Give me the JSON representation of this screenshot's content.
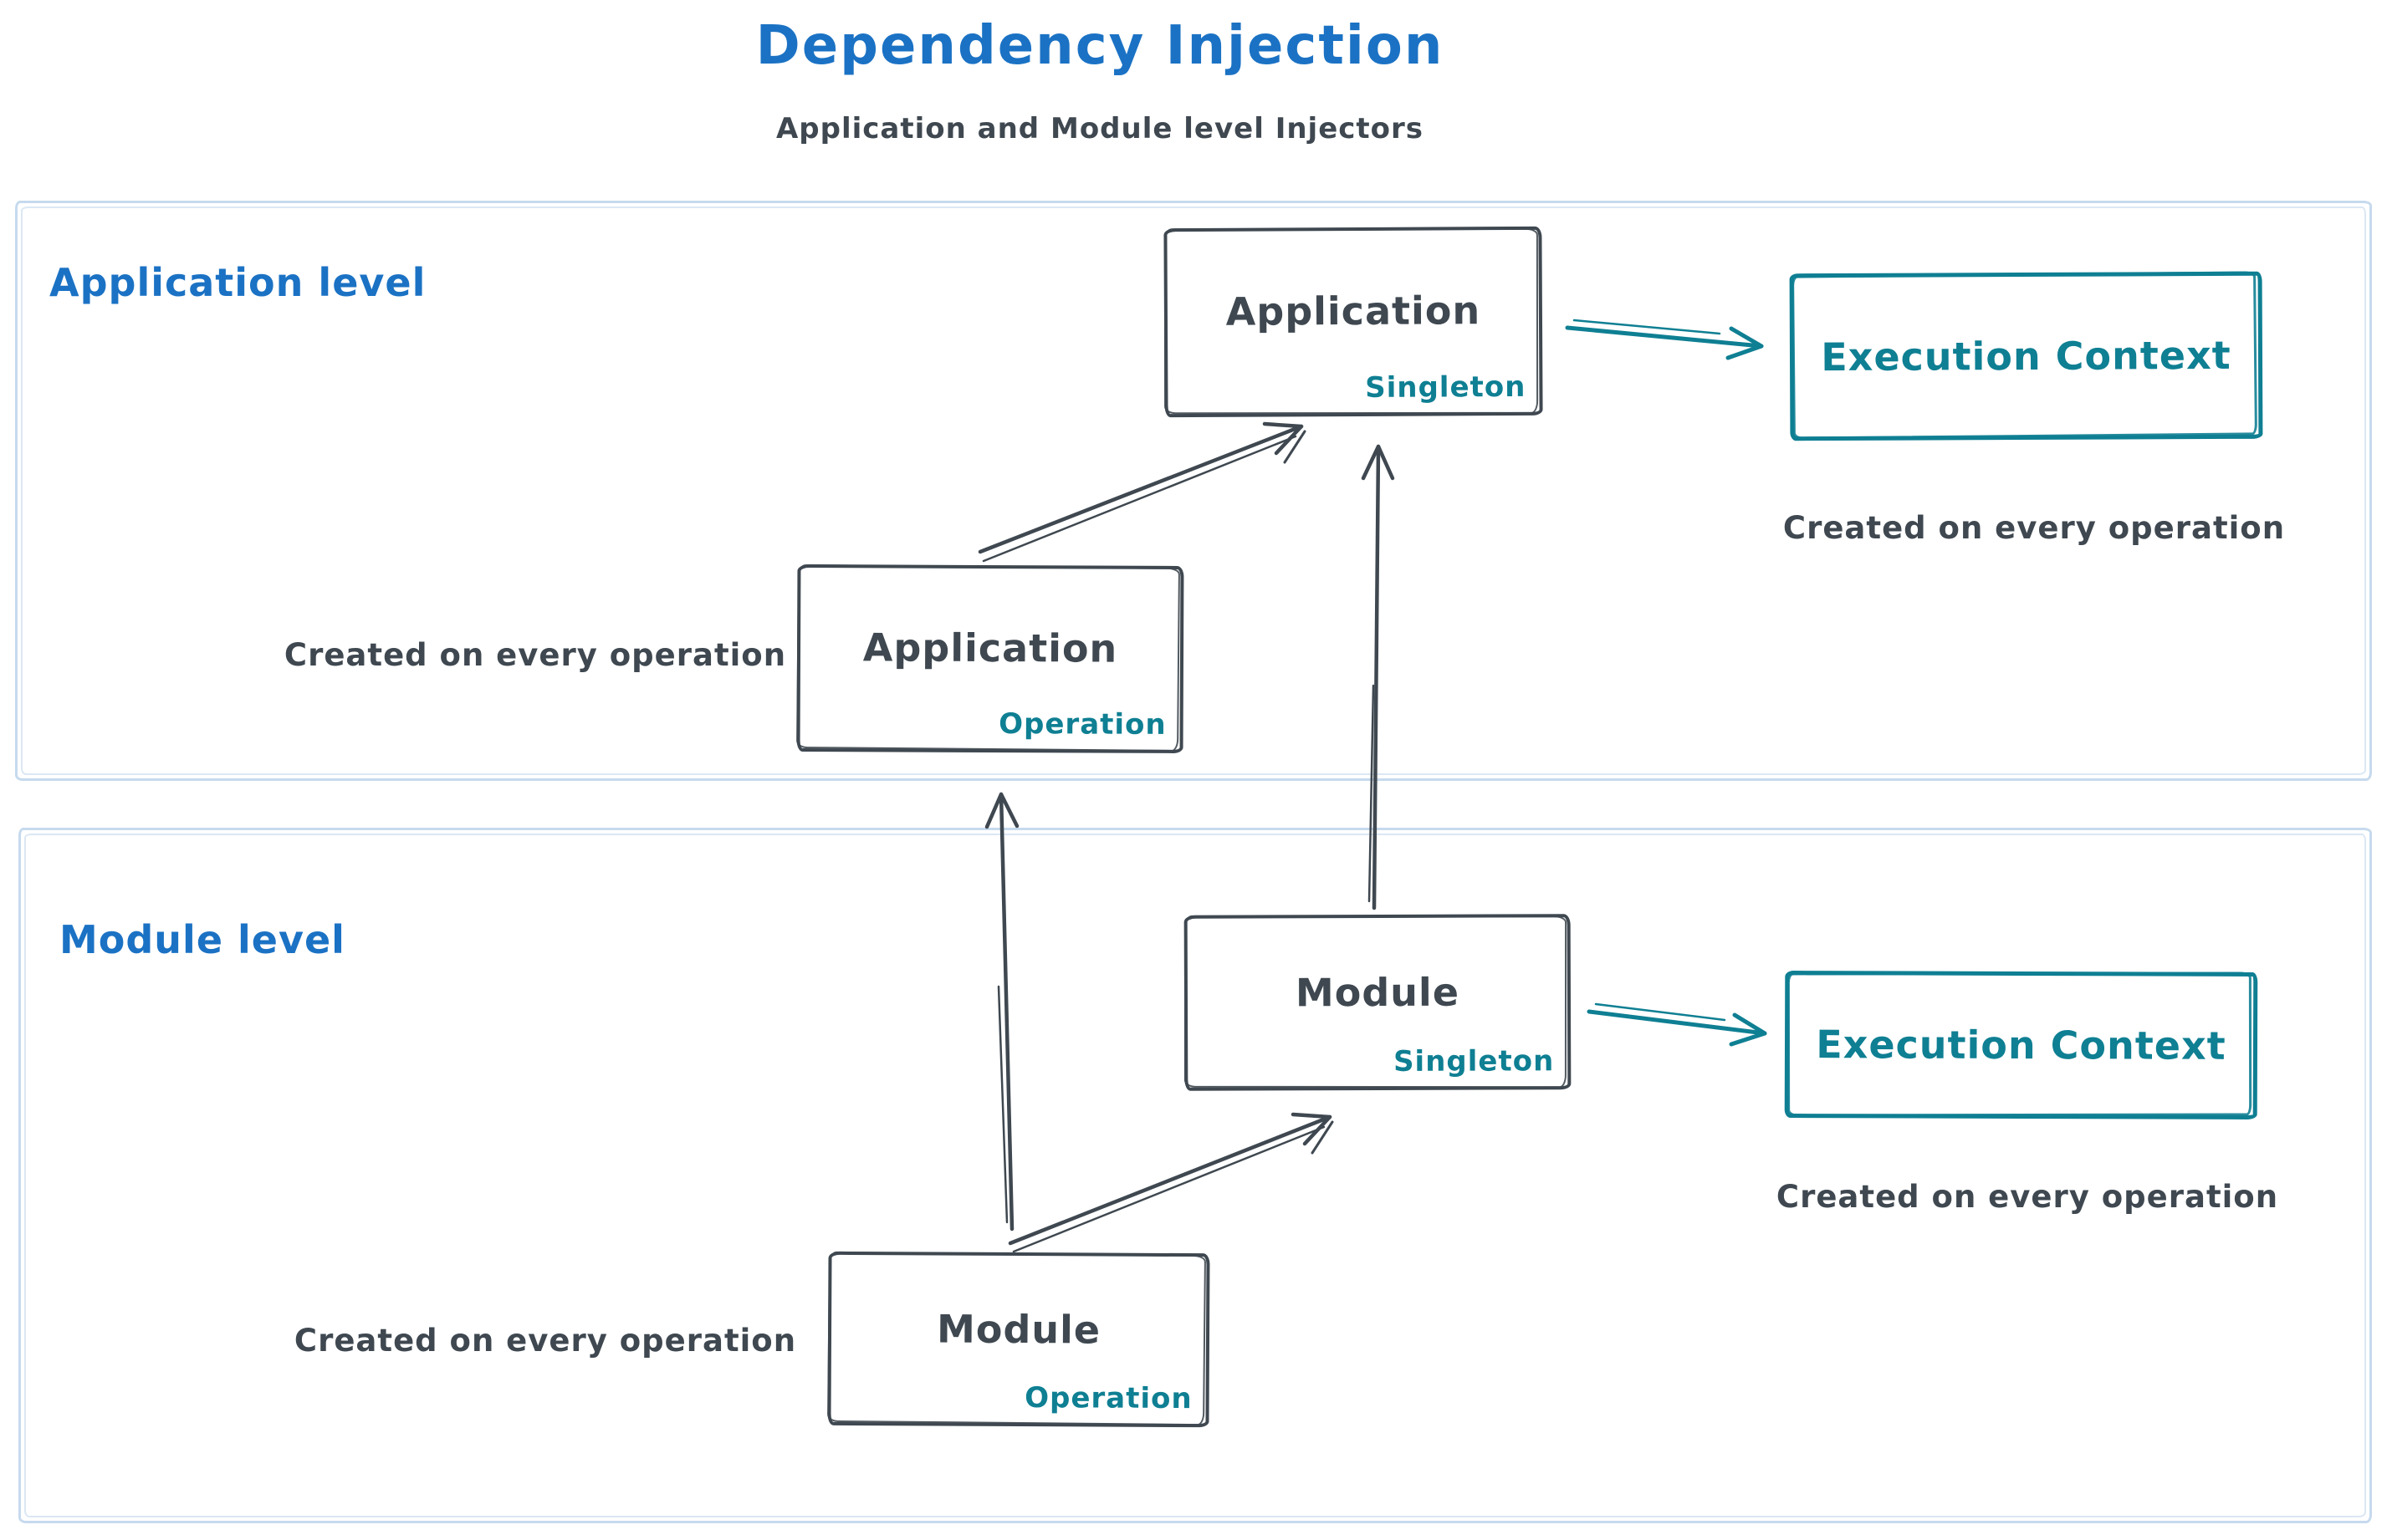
{
  "title": "Dependency Injection",
  "subtitle": "Application and Module level Injectors",
  "colors": {
    "title_blue": "#1b72c4",
    "ink": "#3f4850",
    "teal": "#0f7f93",
    "frame_blue": "#c6daee"
  },
  "sections": {
    "application": {
      "label": "Application level"
    },
    "module": {
      "label": "Module level"
    }
  },
  "nodes": {
    "app_singleton": {
      "name": "Application",
      "scope": "Singleton"
    },
    "app_operation": {
      "name": "Application",
      "scope": "Operation"
    },
    "module_singleton": {
      "name": "Module",
      "scope": "Singleton"
    },
    "module_operation": {
      "name": "Module",
      "scope": "Operation"
    },
    "app_execution_context": {
      "label": "Execution Context",
      "caption": "Created on every operation"
    },
    "module_execution_context": {
      "label": "Execution Context",
      "caption": "Created on every operation"
    }
  },
  "captions": {
    "app_operation": "Created on every operation",
    "module_operation": "Created on every operation"
  }
}
